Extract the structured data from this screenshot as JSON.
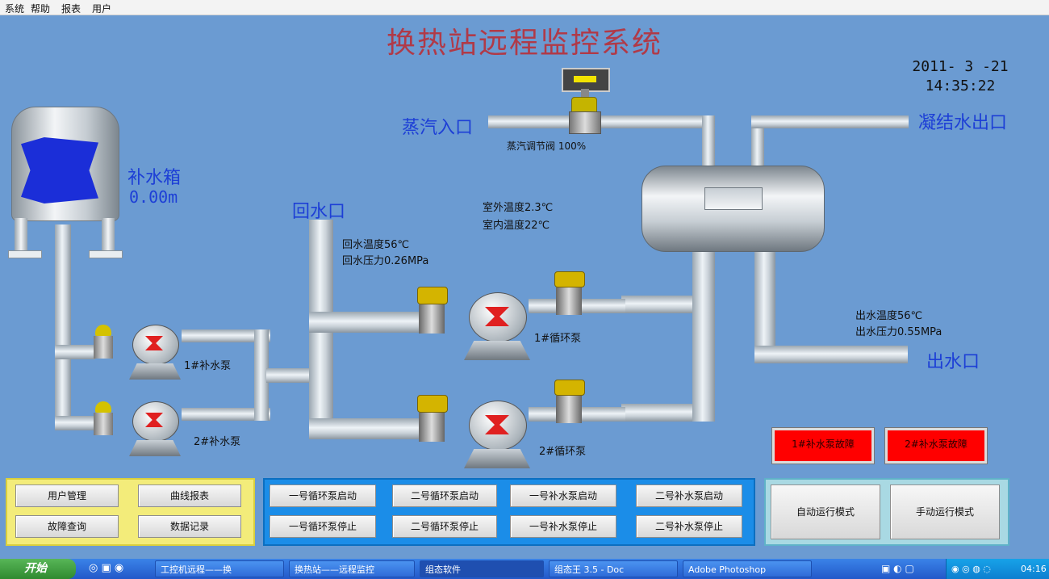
{
  "menu": [
    "系统",
    "帮助",
    "报表",
    "用户"
  ],
  "title": "换热站远程监控系统",
  "datetime": {
    "date": "2011- 3 -21",
    "time": "14:35:22"
  },
  "labels": {
    "tank_name": "补水箱",
    "tank_level": "0.00m",
    "steam_inlet": "蒸汽入口",
    "condensate_outlet": "凝结水出口",
    "return_inlet": "回水口",
    "outlet": "出水口",
    "steam_valve": "蒸汽调节阀 100%",
    "outdoor_temp": "室外温度2.3℃",
    "indoor_temp": "室内温度22℃",
    "return_temp": "回水温度56℃",
    "return_pressure": "回水压力0.26MPa",
    "out_temp": "出水温度56℃",
    "out_pressure": "出水压力0.55MPa",
    "makeup_pump1": "1#补水泵",
    "makeup_pump2": "2#补水泵",
    "circ_pump1": "1#循环泵",
    "circ_pump2": "2#循环泵"
  },
  "alarms": [
    "1#补水泵故障",
    "2#补水泵故障"
  ],
  "left_buttons": [
    "用户管理",
    "曲线报表",
    "故障查询",
    "数据记录"
  ],
  "mid_buttons": [
    "一号循环泵启动",
    "二号循环泵启动",
    "一号补水泵启动",
    "二号补水泵启动",
    "一号循环泵停止",
    "二号循环泵停止",
    "一号补水泵停止",
    "二号补水泵停止"
  ],
  "mode_buttons": [
    "自动运行模式",
    "手动运行模式"
  ],
  "taskbar": {
    "start": "开始",
    "tasks": [
      "工控机远程——换",
      "换热站——远程监控",
      "组态软件",
      "组态王 3.5 - Doc",
      "Adobe Photoshop"
    ],
    "tray_time": "04:16"
  },
  "colors": {
    "background": "#6b9bd2",
    "title": "#b03a48",
    "label_blue": "#1d3fd6",
    "alarm": "#ff0000"
  }
}
